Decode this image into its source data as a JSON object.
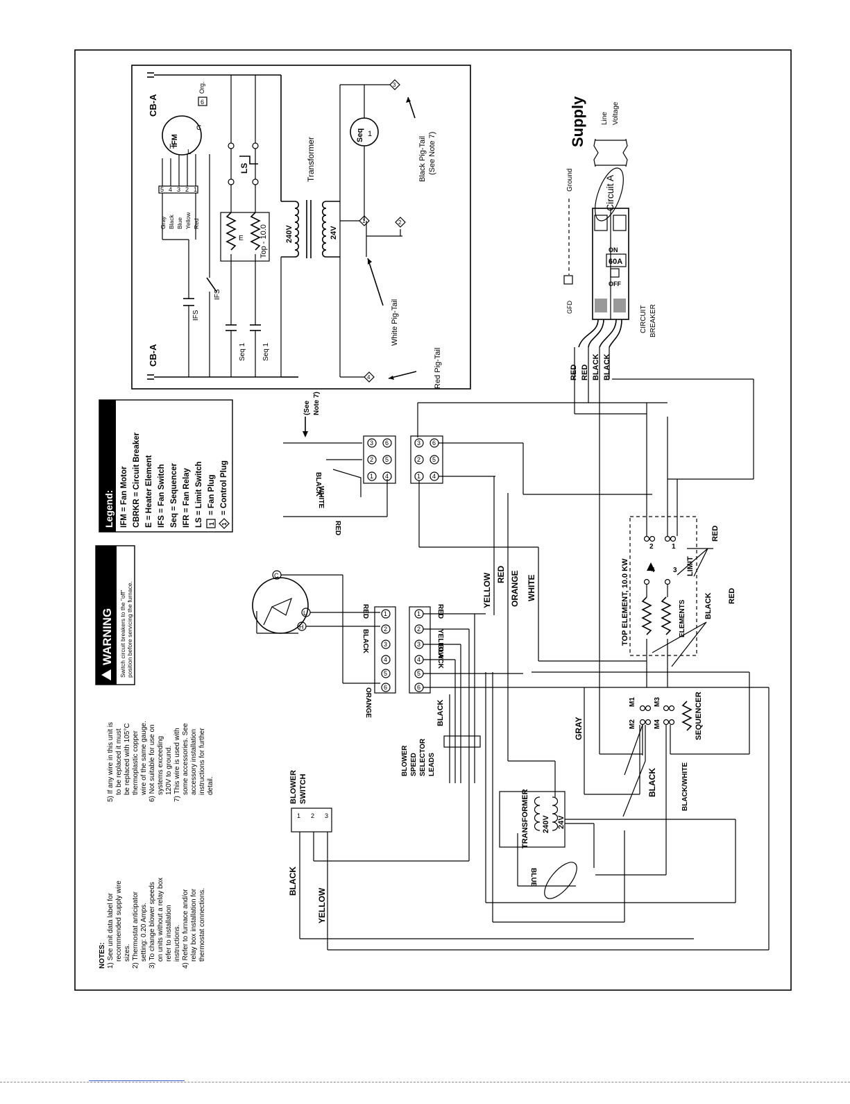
{
  "warning": {
    "title": "WARNING",
    "line1": "Switch circuit breakers to the \"off\"",
    "line2": "position before servicing the furnace."
  },
  "legend": {
    "title": "Legend:",
    "items": [
      "IFM = Fan Motor",
      "CBRKR = Circuit Breaker",
      "E = Heater Element",
      "IFS = Fan Switch",
      "Seq = Sequencer",
      "IFR = Fan Relay",
      "LS = Limit Switch",
      "= Fan Plug",
      "= Control Plug"
    ],
    "fan_plug_symbol": "1",
    "control_plug_symbol": "1"
  },
  "notes": {
    "title": "NOTES:",
    "col1": [
      "1) See unit data label for",
      "recommended supply wire",
      "sizes.",
      "2) Thermostat anticipator",
      "setting: 0.20 Amps.",
      "3) To change blower speeds",
      "on units without a relay box",
      "refer to installation",
      "instructions.",
      "4) Refer to furnace and/or",
      "relay box installation for",
      "thermostat connections."
    ],
    "col2": [
      "5) If any wire in this unit is",
      "to be replaced it must",
      "be replaced with 105°C",
      "thermoplastic copper",
      "wire of the same gauge.",
      "6) Not suitable for use on",
      "systems exceeding",
      "120V to ground.",
      "7) This wire is used with",
      "some accessories. See",
      "accessory installation",
      "instructions for further",
      "detail."
    ]
  },
  "schematic": {
    "cb_a_top": "CB-A",
    "cb_a_bottom": "CB-A",
    "ifm": "IFM",
    "motor_h": "H",
    "motor_c": "C",
    "motor_l": "L",
    "plug_six": "6",
    "orange_short": "Org.",
    "motor_leads": [
      "Gray",
      "Black",
      "Blue",
      "Yellow",
      "Red"
    ],
    "motor_pins": [
      "5",
      "4",
      "3",
      "2",
      "1"
    ],
    "ls": "LS",
    "heater_e": "E",
    "top_element": "Top - 10.0",
    "ifs": "IFS",
    "ifs2": "IFS",
    "seq1a": "Seq 1",
    "seq1b": "Seq 1",
    "v240": "240V",
    "v24": "24V",
    "transformer": "Transformer",
    "seq": "Seq",
    "seq_num": "1",
    "plug1": "1",
    "plug2": "2",
    "plug3": "3",
    "plug4": "4",
    "black_pigtail": "Black Pig-Tail",
    "see_note7": "(See Note 7)",
    "white_pigtail": "White Pig-Tail",
    "red_pigtail": "Red Pig-Tail"
  },
  "supply": {
    "title": "Supply",
    "line_voltage_1": "Line",
    "line_voltage_2": "Voltage",
    "circuit_a": "Circuit A",
    "ground": "Ground",
    "gfd": "GFD",
    "on": "ON",
    "rating": "60A",
    "off": "OFF",
    "circuit_breaker_1": "CIRCUIT",
    "circuit_breaker_2": "BREAKER",
    "leads": [
      "RED",
      "RED",
      "BLACK",
      "BLACK"
    ]
  },
  "connectors": {
    "see_note7_a": "(See",
    "see_note7_b": "Note 7)",
    "plug_a_black": "BLACK",
    "plug_a_white": "WHITE",
    "plug_a_red": "RED",
    "plug_a_pins": [
      "1",
      "2",
      "3",
      "4",
      "5",
      "6"
    ],
    "plug_b_pins": [
      "1",
      "2",
      "3",
      "4",
      "5",
      "6"
    ],
    "motor_plug_pins": [
      "1",
      "2",
      "3",
      "4",
      "5",
      "6"
    ],
    "motor_plug_red": "RED",
    "motor_plug_black": "BLACK",
    "motor_plug_orange": "ORANGE",
    "fan_plug_pins": [
      "1",
      "2",
      "3",
      "4",
      "5",
      "6"
    ],
    "fan_plug_red": "RED",
    "fan_plug_yellow": "YELLOW",
    "fan_plug_black": "BLACK",
    "motor_c": "C",
    "motor_l": "L",
    "motor_h": "H"
  },
  "wiring": {
    "yellow": "YELLOW",
    "red": "RED",
    "orange": "ORANGE",
    "white": "WHITE",
    "gray": "GRAY",
    "black": "BLACK",
    "black_white": "BLACK/WHITE",
    "black_lead": "BLACK",
    "blower_speed_1": "BLOWER",
    "blower_speed_2": "SPEED",
    "blower_speed_3": "SELECTOR",
    "blower_speed_4": "LEADS",
    "blower_switch_1": "BLOWER",
    "blower_switch_2": "SWITCH",
    "switch_pins": [
      "1",
      "2",
      "3"
    ],
    "bs_black": "BLACK",
    "bs_yellow": "YELLOW",
    "transformer": "TRANSFORMER",
    "t240": "240V",
    "t24": "24V",
    "blue": "BLUE",
    "top_element": "TOP ELEMENT, 10.0 KW",
    "elements": "ELEMENTS",
    "limit": "LIMIT",
    "limit_red": "RED",
    "elem_black": "BLACK",
    "elem_red": "RED",
    "limit_pins": [
      "2",
      "1",
      "4",
      "3"
    ],
    "sequencer": "SEQUENCER",
    "m1": "M1",
    "m2": "M2",
    "m3": "M3",
    "m4": "M4"
  }
}
